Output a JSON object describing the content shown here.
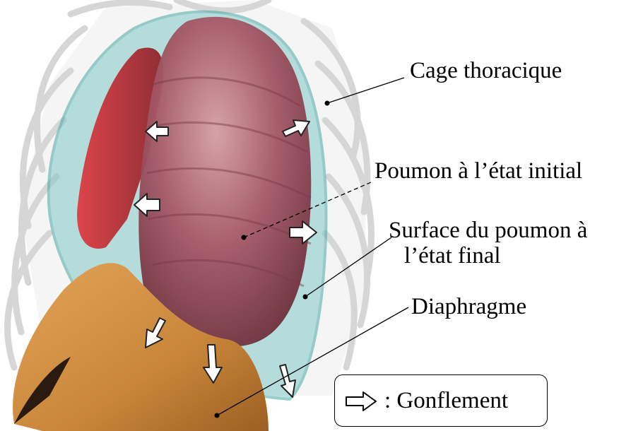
{
  "labels": {
    "cage": "Cage thoracique",
    "poumon_initial": "Poumon à l’état initial",
    "surface_line1": "Surface du poumon à",
    "surface_line2": "l’état final",
    "diaphragme": "Diaphragme"
  },
  "legend": {
    "arrow_icon": "hollow-right-arrow",
    "text": ": Gonflement"
  },
  "colors": {
    "lung": "#a04f5c",
    "lung_surface": "#7fc9c6",
    "diaphragm": "#c9863a",
    "ribcage": "#c8c8c8",
    "red_lung": "#c0282c"
  }
}
